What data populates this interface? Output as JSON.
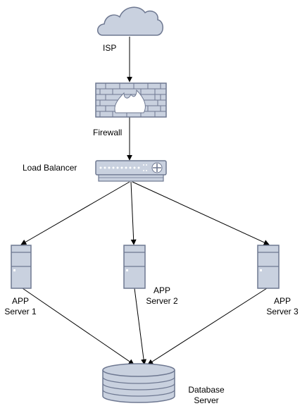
{
  "nodes": {
    "isp": {
      "label": "ISP",
      "icon": "cloud-icon"
    },
    "firewall": {
      "label": "Firewall",
      "icon": "firewall-icon"
    },
    "load_balancer": {
      "label": "Load Balancer",
      "icon": "load-balancer-icon"
    },
    "app_server_1": {
      "line1": "APP",
      "line2": "Server 1",
      "icon": "server-tower-icon"
    },
    "app_server_2": {
      "line1": "APP",
      "line2": "Server 2",
      "icon": "server-tower-icon"
    },
    "app_server_3": {
      "line1": "APP",
      "line2": "Server 3",
      "icon": "server-tower-icon"
    },
    "database_server": {
      "line1": "Database",
      "line2": "Server",
      "icon": "database-icon"
    }
  },
  "edges": [
    {
      "from": "isp",
      "to": "firewall"
    },
    {
      "from": "firewall",
      "to": "load_balancer"
    },
    {
      "from": "load_balancer",
      "to": "app_server_1"
    },
    {
      "from": "load_balancer",
      "to": "app_server_2"
    },
    {
      "from": "load_balancer",
      "to": "app_server_3"
    },
    {
      "from": "app_server_1",
      "to": "database_server"
    },
    {
      "from": "app_server_2",
      "to": "database_server"
    },
    {
      "from": "app_server_3",
      "to": "database_server"
    }
  ],
  "colors": {
    "fill": "#c9d1df",
    "stroke": "#6e7891",
    "edge": "#000000"
  }
}
